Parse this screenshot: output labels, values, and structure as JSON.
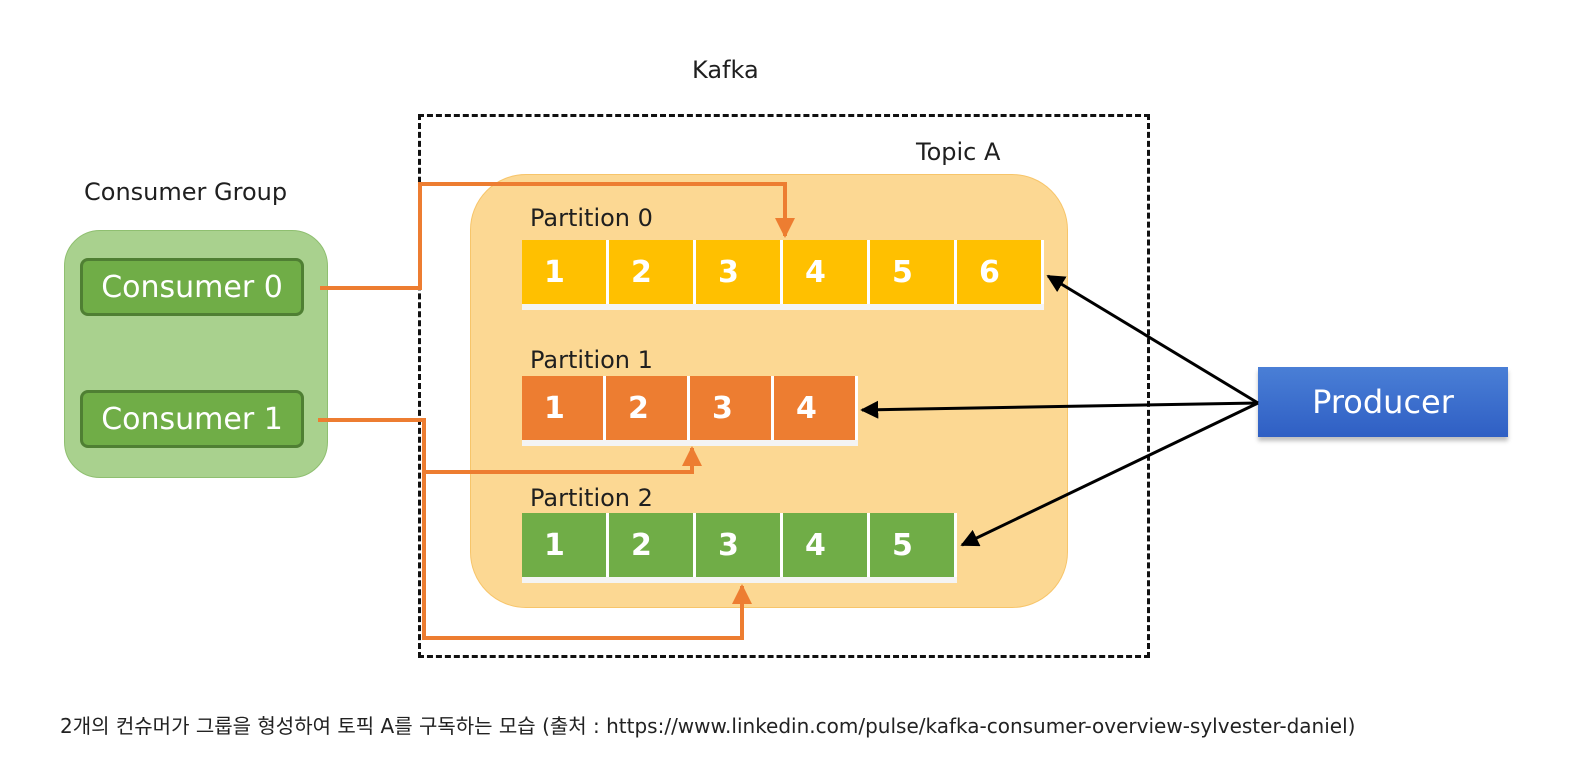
{
  "kafka": {
    "title": "Kafka"
  },
  "topic": {
    "title": "Topic A"
  },
  "consumer_group": {
    "title": "Consumer Group",
    "consumers": [
      "Consumer 0",
      "Consumer 1"
    ]
  },
  "partitions": [
    {
      "label": "Partition 0",
      "offsets": [
        "1",
        "2",
        "3",
        "4",
        "5",
        "6"
      ],
      "color": "#ffc000"
    },
    {
      "label": "Partition 1",
      "offsets": [
        "1",
        "2",
        "3",
        "4"
      ],
      "color": "#ed7d31"
    },
    {
      "label": "Partition 2",
      "offsets": [
        "1",
        "2",
        "3",
        "4",
        "5"
      ],
      "color": "#70ad47"
    }
  ],
  "producer": {
    "label": "Producer",
    "color": "#2f5fc4"
  },
  "colors": {
    "consumer_link": "#ed7d31",
    "producer_link": "#000000",
    "group_fill": "#a9d18e",
    "topic_fill": "#fcd893"
  },
  "caption": "2개의 컨슈머가 그룹을 형성하여 토픽 A를 구독하는 모습 (출처 : https://www.linkedin.com/pulse/kafka-consumer-overview-sylvester-daniel)"
}
